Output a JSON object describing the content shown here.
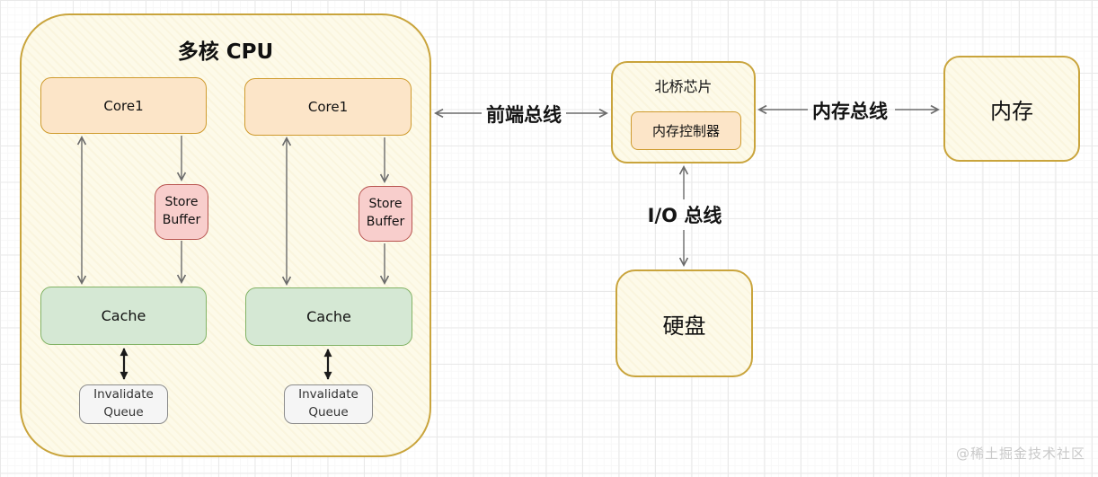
{
  "palette": {
    "grid_line": "#e9e9e9",
    "cream_fill": "#fdfae9",
    "gold_border": "#c9a43c",
    "core_fill": "#fce5c8",
    "core_border": "#cf9b2e",
    "store_buffer_fill": "#f8cecc",
    "store_buffer_border": "#b85450",
    "cache_fill": "#d5e8d4",
    "cache_border": "#82b366",
    "queue_fill": "#f5f5f5",
    "queue_border": "#8c8c8c",
    "arrow_gray": "#6b6b6b",
    "arrow_black": "#1a1a1a",
    "watermark_color": "#c9c9c9"
  },
  "cpu": {
    "title": "多核 CPU",
    "cores": [
      {
        "core": "Core1",
        "store_buffer": "Store Buffer",
        "cache": "Cache",
        "invalidate_queue": "Invalidate Queue"
      },
      {
        "core": "Core1",
        "store_buffer": "Store Buffer",
        "cache": "Cache",
        "invalidate_queue": "Invalidate Queue"
      }
    ]
  },
  "northbridge": {
    "title": "北桥芯片",
    "memory_controller": "内存控制器"
  },
  "memory": {
    "label": "内存"
  },
  "disk": {
    "label": "硬盘"
  },
  "buses": {
    "front_side_bus": "前端总线",
    "memory_bus": "内存总线",
    "io_bus": "I/O 总线"
  },
  "watermark": "@稀土掘金技术社区"
}
